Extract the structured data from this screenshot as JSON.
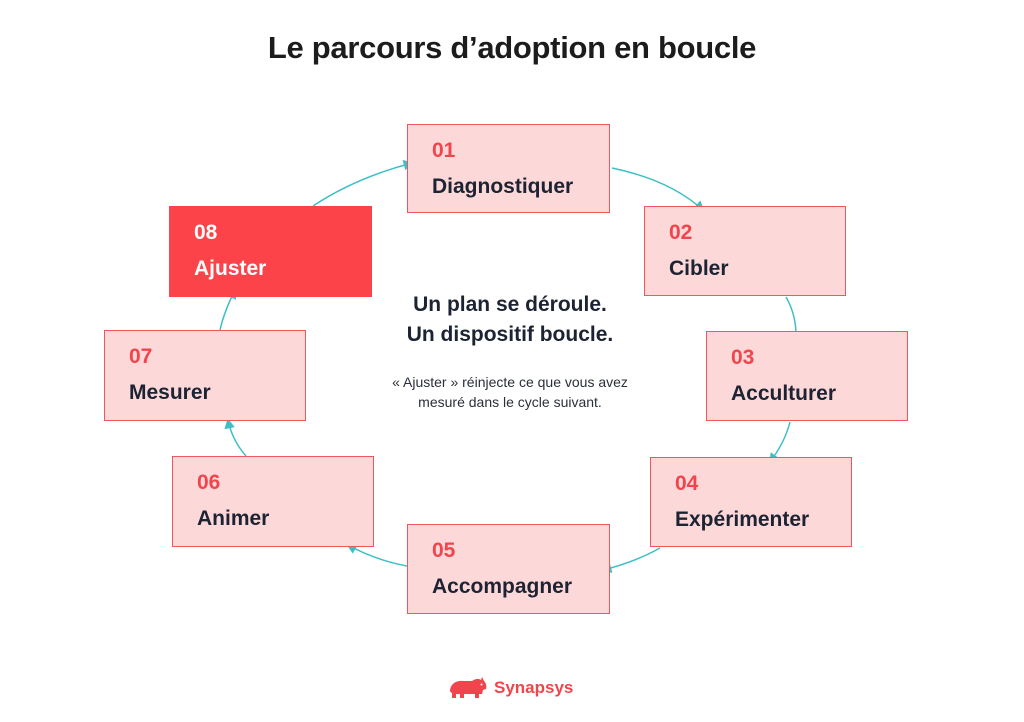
{
  "title": "Le parcours d’adoption en boucle",
  "steps": [
    {
      "num": "01",
      "label": "Diagnostiquer"
    },
    {
      "num": "02",
      "label": "Cibler"
    },
    {
      "num": "03",
      "label": "Acculturer"
    },
    {
      "num": "04",
      "label": "Expérimenter"
    },
    {
      "num": "05",
      "label": "Accompagner"
    },
    {
      "num": "06",
      "label": "Animer"
    },
    {
      "num": "07",
      "label": "Mesurer"
    },
    {
      "num": "08",
      "label": "Ajuster",
      "active": true
    }
  ],
  "center": {
    "headline_line1": "Un plan se déroule.",
    "headline_line2": "Un dispositif boucle.",
    "note": "« Ajuster » réinjecte ce que vous avez mesuré dans le cycle suivant."
  },
  "brand": {
    "name": "Synapsys",
    "logo_icon": "rhino-icon"
  },
  "colors": {
    "box_fill": "#fdd8d9",
    "box_border": "#f0565c",
    "accent": "#fb4349",
    "arrow": "#3ebfc7",
    "text_dark": "#1c2333"
  }
}
